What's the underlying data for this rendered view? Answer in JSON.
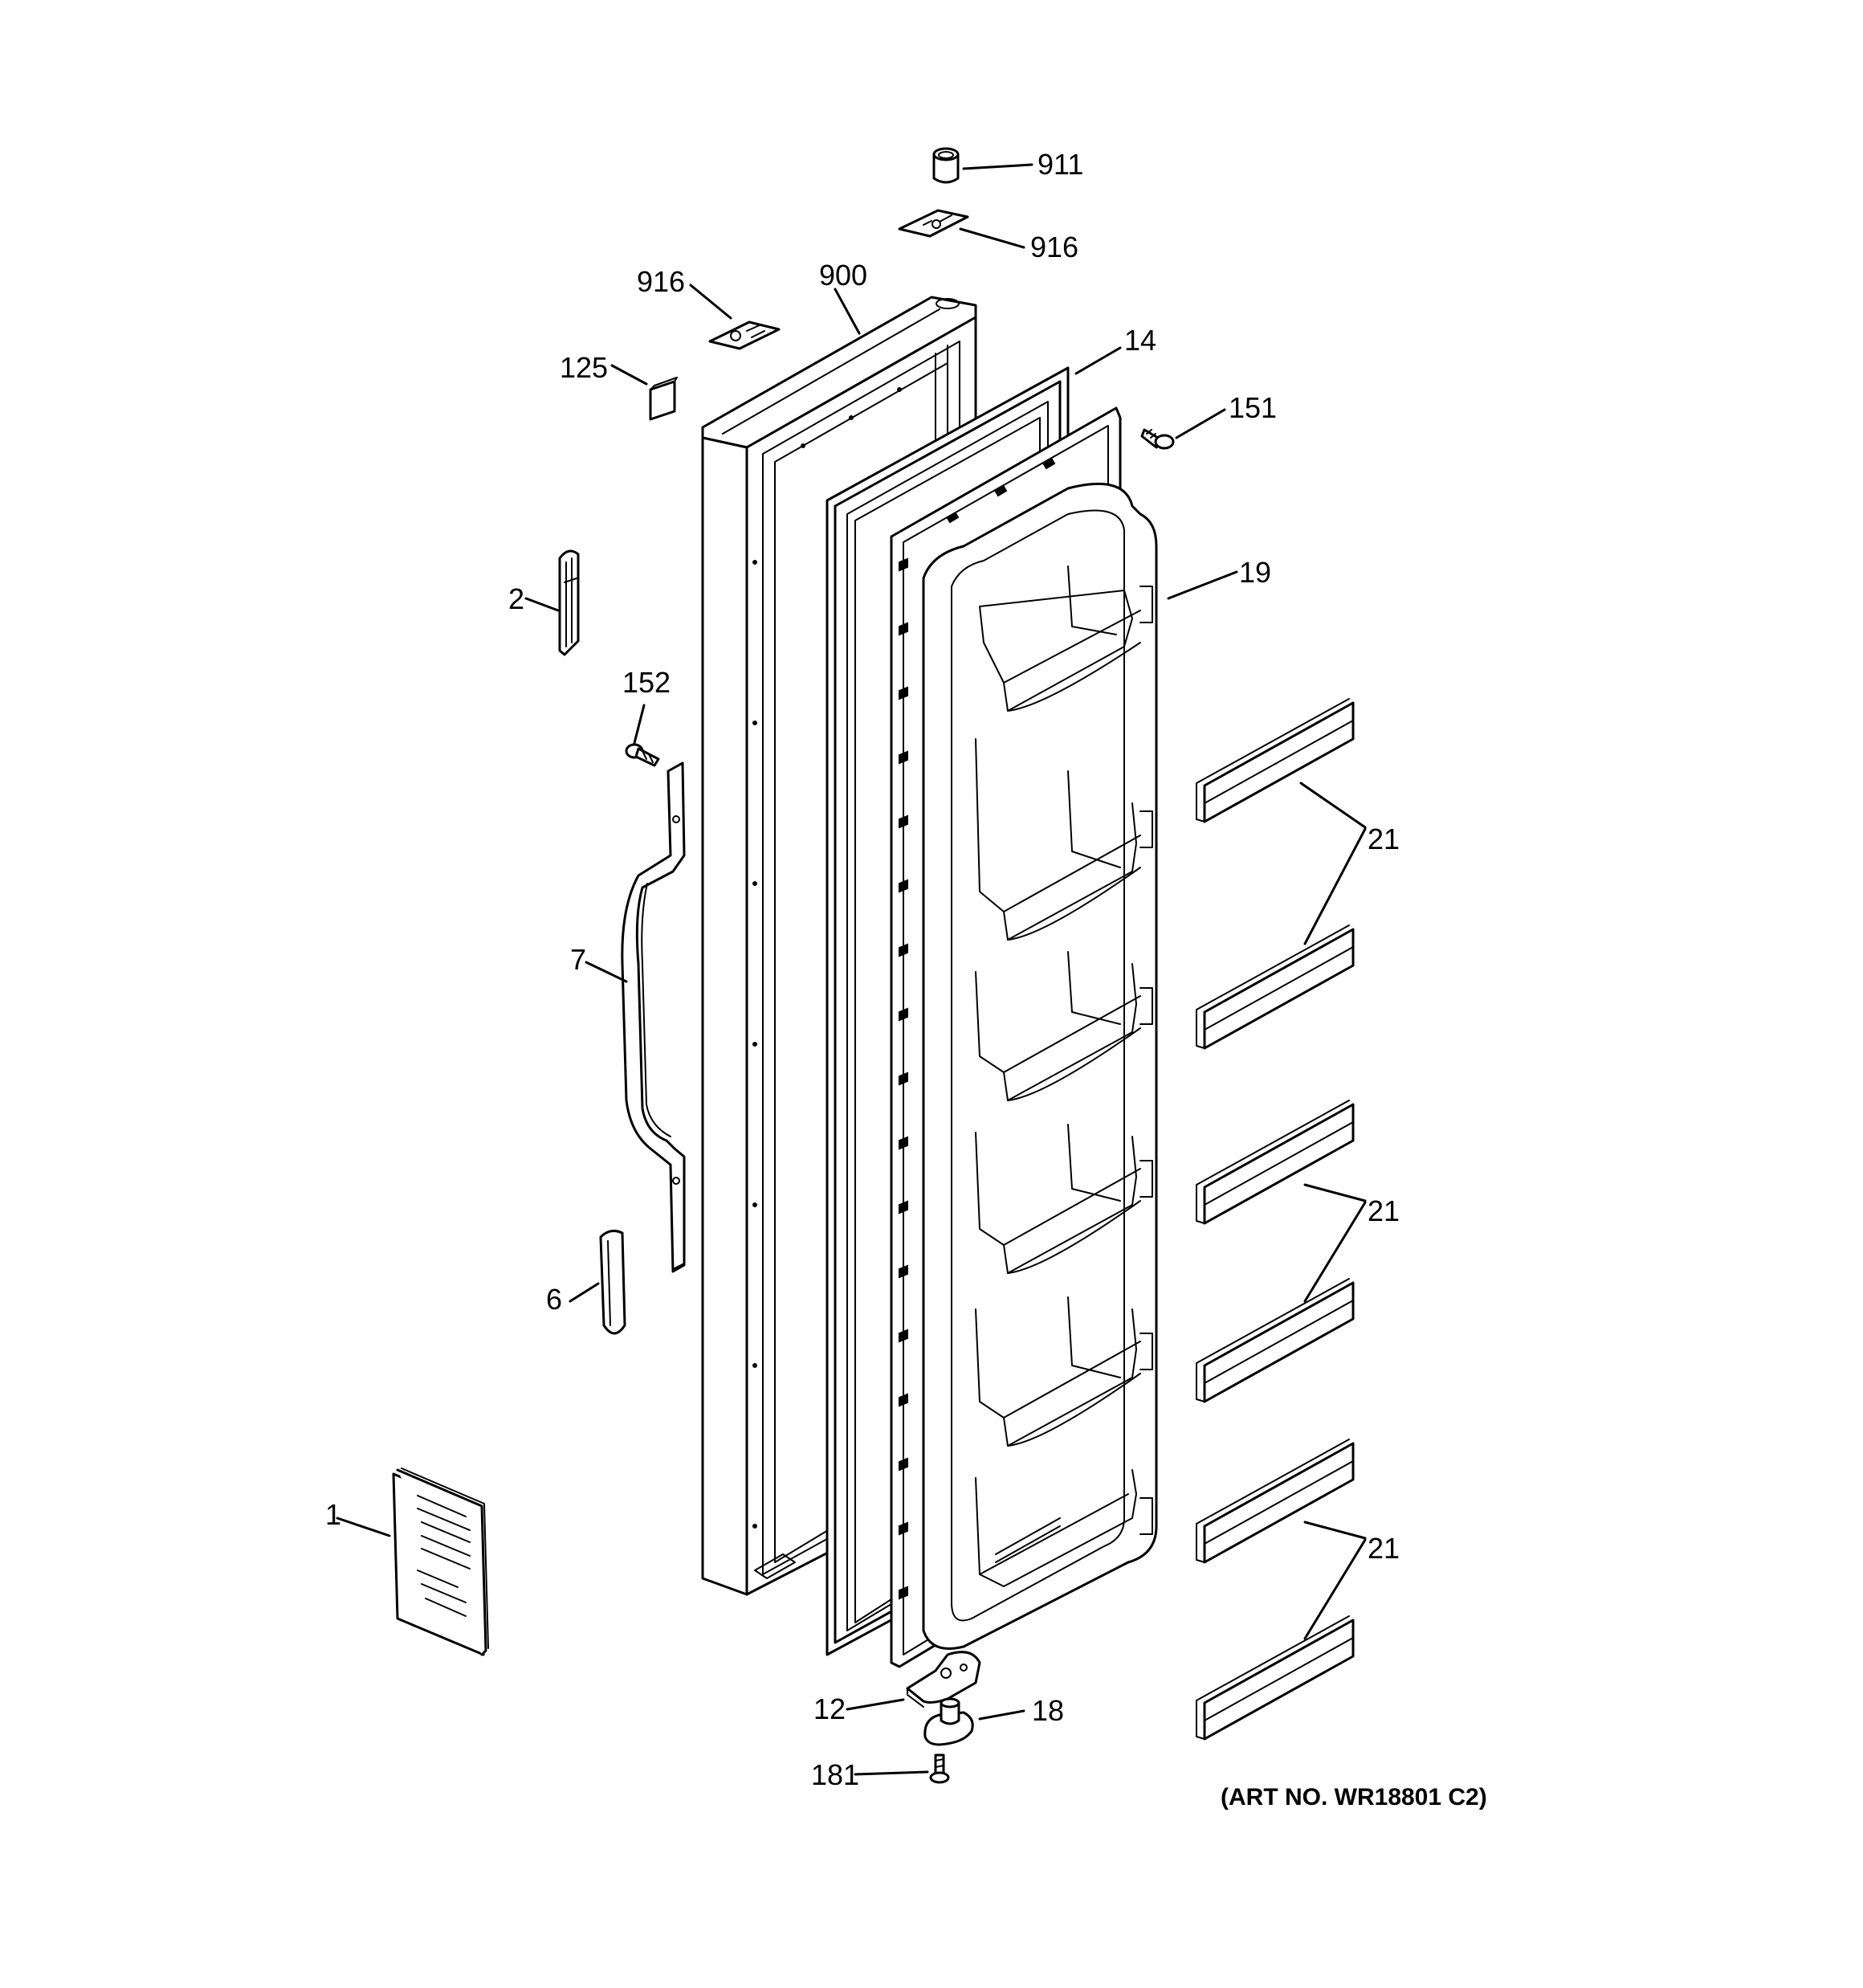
{
  "callouts": {
    "p911": "911",
    "p916_right": "916",
    "p916_left": "916",
    "p900": "900",
    "p14": "14",
    "p125": "125",
    "p151": "151",
    "p19": "19",
    "p2": "2",
    "p152": "152",
    "p21_a": "21",
    "p7": "7",
    "p21_b": "21",
    "p6": "6",
    "p1": "1",
    "p21_c": "21",
    "p12": "12",
    "p18": "18",
    "p181": "181"
  },
  "art_number": "(ART NO. WR18801 C2)"
}
